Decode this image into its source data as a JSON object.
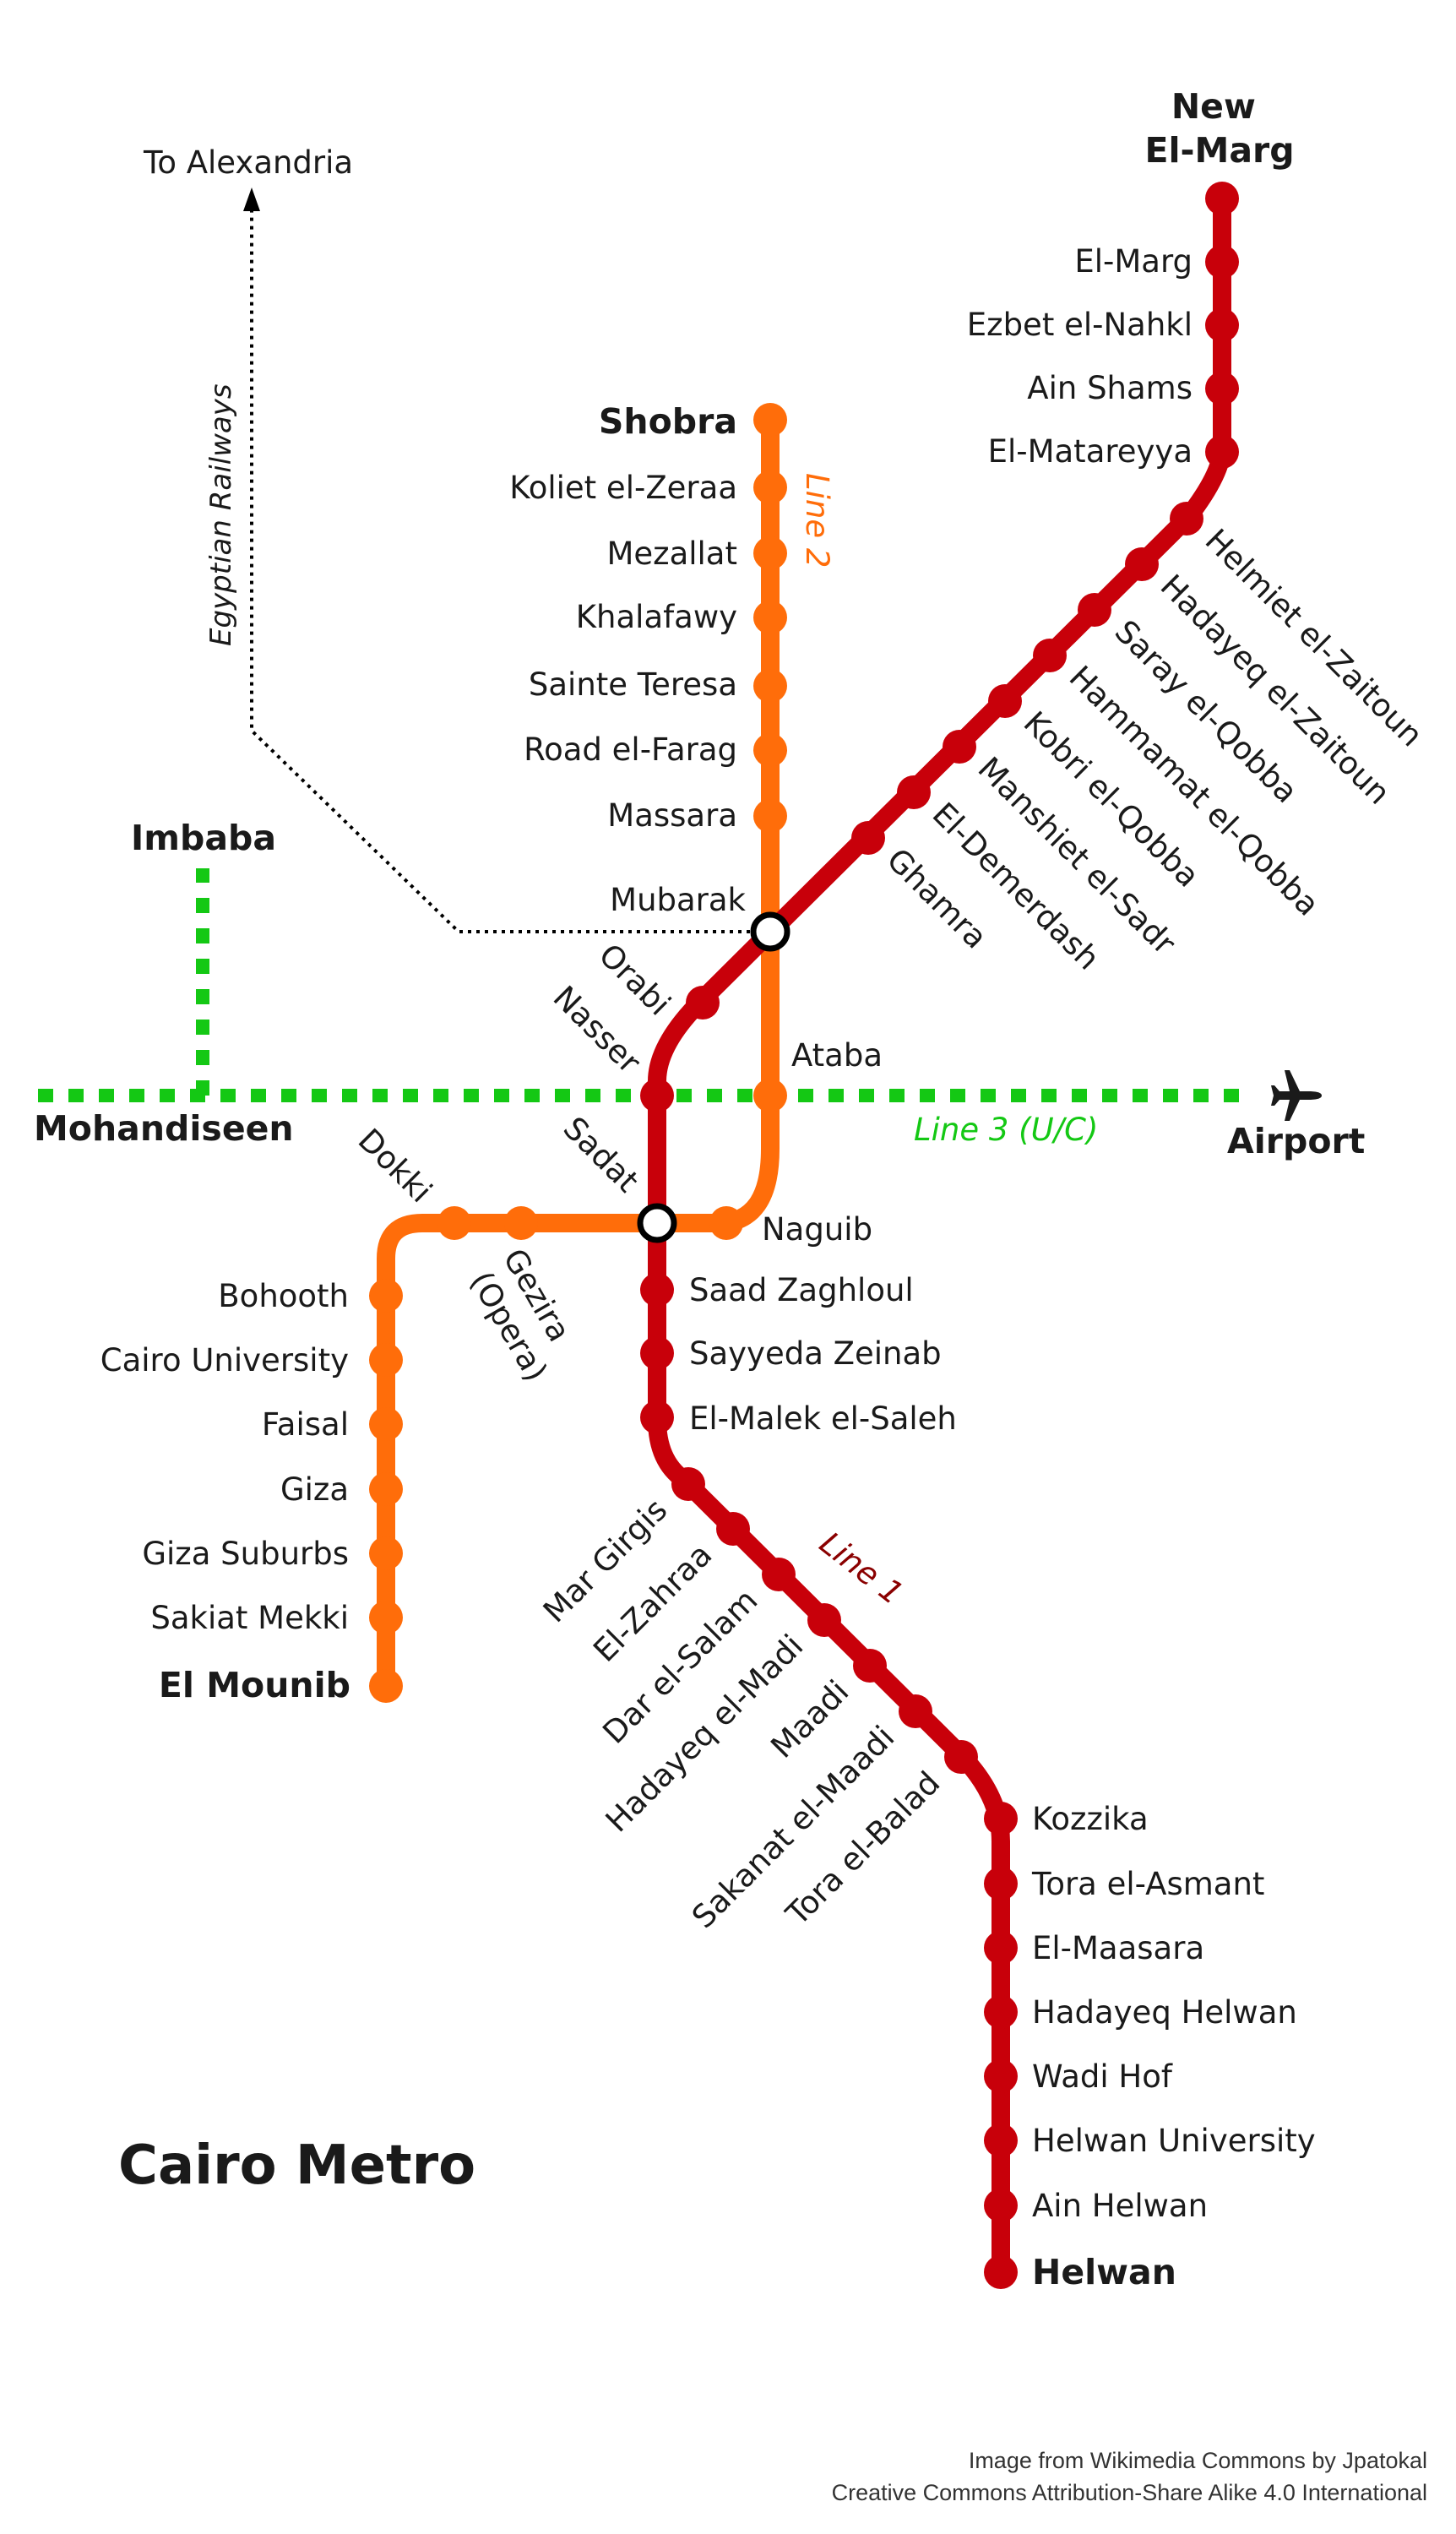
{
  "title": "Cairo Metro",
  "colors": {
    "line1": "#c8000a",
    "line2": "#ff6d0a",
    "line3": "#14c814",
    "railway": "#000000"
  },
  "line_labels": {
    "line1": "Line 1",
    "line2": "Line 2",
    "line3": "Line 3 (U/C)"
  },
  "railway": {
    "label": "Egyptian Railways",
    "destination": "To Alexandria"
  },
  "airport": {
    "label": "Airport",
    "icon": "airplane-icon"
  },
  "interchanges": [
    "Mubarak",
    "Sadat"
  ],
  "line1": {
    "terminus_north": "New El-Marg",
    "terminus_south": "Helwan",
    "north_labels": [
      "El-Marg",
      "Ezbet el-Nahkl",
      "Ain Shams",
      "El-Matareyya"
    ],
    "diagonal_labels": [
      "Helmiet el-Zaitoun",
      "Hadayeq el-Zaitoun",
      "Saray el-Qobba",
      "Hammamat el-Qobba",
      "Kobri el-Qobba",
      "Manshiet el-Sadr",
      "El-Demerdash",
      "Ghamra"
    ],
    "center_labels": [
      "Orabi",
      "Nasser",
      "Sadat"
    ],
    "mid_labels": [
      "Saad Zaghloul",
      "Sayyeda Zeinab",
      "El-Malek el-Saleh"
    ],
    "southwest_labels": [
      "Mar Girgis",
      "El-Zahraa",
      "Dar el-Salam",
      "Hadayeq el-Madi",
      "Maadi",
      "Sakanat el-Maadi",
      "Tora el-Balad"
    ],
    "south_labels": [
      "Kozzika",
      "Tora el-Asmant",
      "El-Maasara",
      "Hadayeq Helwan",
      "Wadi Hof",
      "Helwan University",
      "Ain Helwan"
    ]
  },
  "line2": {
    "terminus_north": "Shobra",
    "terminus_south": "El Mounib",
    "north_labels": [
      "Koliet el-Zeraa",
      "Mezallat",
      "Khalafawy",
      "Sainte Teresa",
      "Road el-Farag",
      "Massara"
    ],
    "center_labels": [
      "Mubarak",
      "Ataba",
      "Naguib",
      "Dokki"
    ],
    "gezira": [
      "Gezira",
      "(Opera)"
    ],
    "south_labels": [
      "Bohooth",
      "Cairo University",
      "Faisal",
      "Giza",
      "Giza Suburbs",
      "Sakiat Mekki"
    ]
  },
  "line3": {
    "west_terminus": "Mohandiseen",
    "north_terminus": "Imbaba"
  },
  "credit": [
    "Image from Wikimedia Commons by Jpatokal",
    "Creative Commons Attribution-Share Alike 4.0 International"
  ]
}
